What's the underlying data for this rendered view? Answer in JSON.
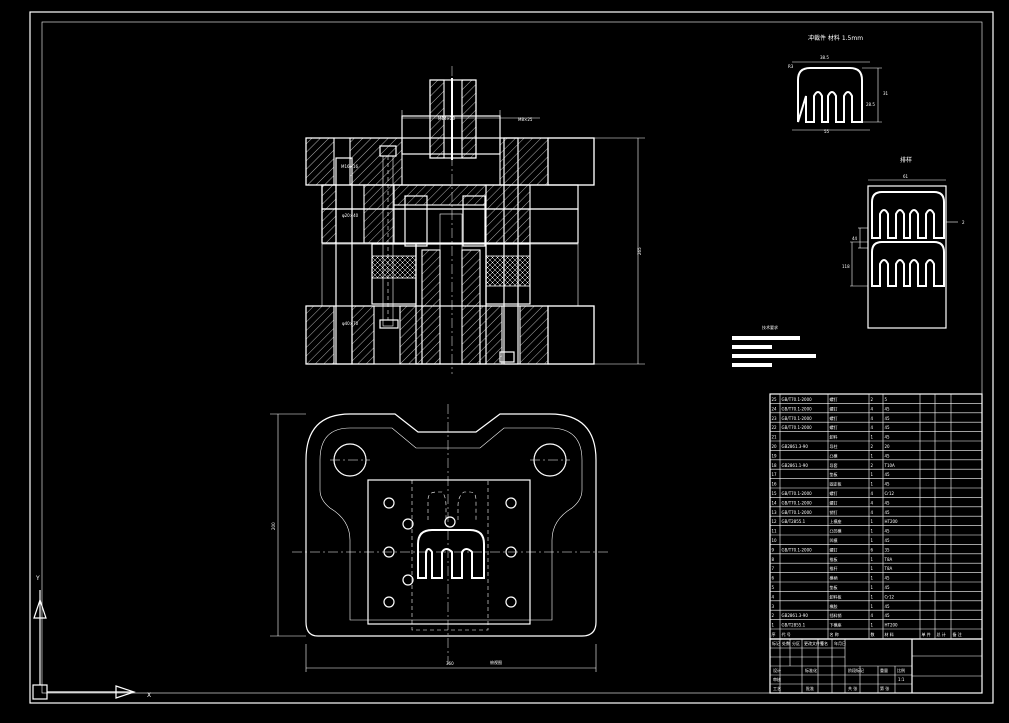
{
  "views": {
    "part_label": "冲裁件 材料 1.5mm",
    "layout_label": "排样",
    "plan_label": "俯视图"
  },
  "dims": {
    "side_height": "265",
    "plan_width": "360",
    "plan_height": "200",
    "part_w": "55",
    "part_top": "38.5",
    "part_r": "R3",
    "part_h1": "31",
    "part_h2": "28.5",
    "strip_w": "61",
    "strip_p1": "44",
    "strip_p2": "118",
    "strip_note": "2",
    "sec_a": "M16×16",
    "sec_b": "M8×25",
    "sec_c": "φ20×40",
    "sec_d": "φ40×70",
    "sec_e": "M14×20"
  },
  "tech_req": {
    "title": "技术要求"
  },
  "bom": {
    "rows": [
      {
        "no": "25",
        "std": "GB/T70.1-2000",
        "name": "螺钉",
        "qty": "2",
        "mat": "5"
      },
      {
        "no": "24",
        "std": "GB/T70.1-2000",
        "name": "螺钉",
        "qty": "4",
        "mat": "45"
      },
      {
        "no": "23",
        "std": "GB/T70.1-2000",
        "name": "螺钉",
        "qty": "4",
        "mat": "45"
      },
      {
        "no": "22",
        "std": "GB/T70.1-2000",
        "name": "螺钉",
        "qty": "4",
        "mat": "45"
      },
      {
        "no": "21",
        "std": "",
        "name": "卸料",
        "qty": "1",
        "mat": "45"
      },
      {
        "no": "20",
        "std": "GB2861.3-90",
        "name": "导柱",
        "qty": "2",
        "mat": "20"
      },
      {
        "no": "19",
        "std": "",
        "name": "凸模",
        "qty": "1",
        "mat": "45"
      },
      {
        "no": "18",
        "std": "GB2861.1-90",
        "name": "导套",
        "qty": "2",
        "mat": "T10A"
      },
      {
        "no": "17",
        "std": "",
        "name": "垫板",
        "qty": "1",
        "mat": "45"
      },
      {
        "no": "16",
        "std": "",
        "name": "固定板",
        "qty": "1",
        "mat": "45"
      },
      {
        "no": "15",
        "std": "GB/T70.1-2000",
        "name": "螺钉",
        "qty": "4",
        "mat": "Cr12"
      },
      {
        "no": "14",
        "std": "GB/T70.1-2000",
        "name": "螺钉",
        "qty": "4",
        "mat": "45"
      },
      {
        "no": "13",
        "std": "GB/T70.1-2000",
        "name": "销钉",
        "qty": "4",
        "mat": "45"
      },
      {
        "no": "12",
        "std": "GB/T2855.1",
        "name": "上模座",
        "qty": "1",
        "mat": "HT200"
      },
      {
        "no": "11",
        "std": "",
        "name": "凸凹模",
        "qty": "1",
        "mat": "45"
      },
      {
        "no": "10",
        "std": "",
        "name": "凹模",
        "qty": "1",
        "mat": "45"
      },
      {
        "no": "9",
        "std": "GB/T70.1-2000",
        "name": "螺钉",
        "qty": "6",
        "mat": "35"
      },
      {
        "no": "8",
        "std": "",
        "name": "推板",
        "qty": "1",
        "mat": "T8A"
      },
      {
        "no": "7",
        "std": "",
        "name": "推杆",
        "qty": "1",
        "mat": "T8A"
      },
      {
        "no": "6",
        "std": "",
        "name": "模柄",
        "qty": "1",
        "mat": "45"
      },
      {
        "no": "5",
        "std": "",
        "name": "垫板",
        "qty": "1",
        "mat": "45"
      },
      {
        "no": "4",
        "std": "",
        "name": "卸料板",
        "qty": "1",
        "mat": "Cr12"
      },
      {
        "no": "3",
        "std": "",
        "name": "橡胶",
        "qty": "1",
        "mat": "45"
      },
      {
        "no": "2",
        "std": "GB2861.3-90",
        "name": "挡料销",
        "qty": "4",
        "mat": "45"
      },
      {
        "no": "1",
        "std": "GB/T2855.1",
        "name": "下模座",
        "qty": "1",
        "mat": "HT200"
      }
    ],
    "header": {
      "no": "序",
      "std": "代 号",
      "name": "名 称",
      "qty": "数",
      "mat": "材 料",
      "wt": "单 件",
      "tot": "总 计",
      "note": "备 注"
    }
  },
  "title_block": {
    "cells": [
      "标记",
      "处数",
      "分区",
      "更改文件号",
      "签名",
      "年月日",
      "设计",
      "标准化",
      "阶段标记",
      "重量",
      "比例",
      "审核",
      "工艺",
      "批准",
      "共 张",
      "第 张",
      "1:1"
    ]
  },
  "ucs": {
    "x_label": "X",
    "y_label": "Y"
  }
}
